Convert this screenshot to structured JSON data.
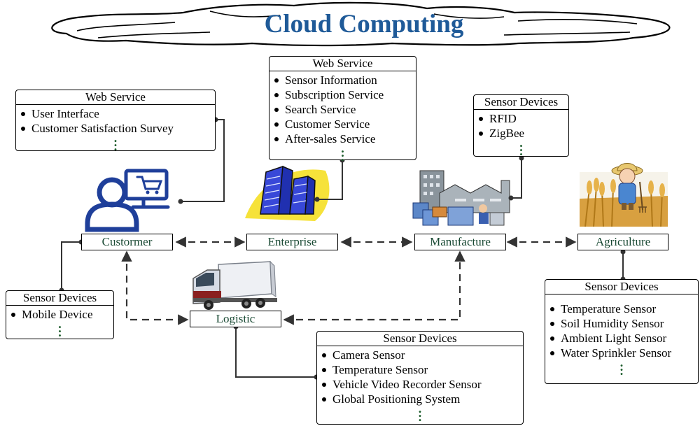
{
  "title": "Cloud Computing",
  "colors": {
    "title": "#1f5a98",
    "node_text": "#1a4a34",
    "dots": "#1d5c2c"
  },
  "nodes": {
    "customer": "Custormer",
    "enterprise": "Enterprise",
    "manufacture": "Manufacture",
    "agriculture": "Agriculture",
    "logistic": "Logistic"
  },
  "panels": {
    "customer_web": {
      "title": "Web Service",
      "items": [
        "User Interface",
        "Customer Satisfaction Survey"
      ]
    },
    "enterprise_web": {
      "title": "Web Service",
      "items": [
        "Sensor Information",
        "Subscription Service",
        "Search Service",
        "Customer Service",
        "After-sales Service"
      ]
    },
    "manufacture_sensor": {
      "title": "Sensor Devices",
      "items": [
        "RFID",
        "ZigBee"
      ]
    },
    "customer_sensor": {
      "title": "Sensor Devices",
      "items": [
        "Mobile Device"
      ]
    },
    "logistic_sensor": {
      "title": "Sensor Devices",
      "items": [
        "Camera Sensor",
        "Temperature Sensor",
        "Vehicle Video Recorder Sensor",
        "Global Positioning System"
      ]
    },
    "agriculture_sensor": {
      "title": "Sensor Devices",
      "items": [
        "Temperature Sensor",
        "Soil Humidity Sensor",
        "Ambient Light Sensor",
        "Water Sprinkler Sensor"
      ]
    }
  },
  "icons": [
    "cloud-icon",
    "customer-computer-icon",
    "office-buildings-icon",
    "factory-icon",
    "farmer-wheat-icon",
    "delivery-truck-icon"
  ]
}
